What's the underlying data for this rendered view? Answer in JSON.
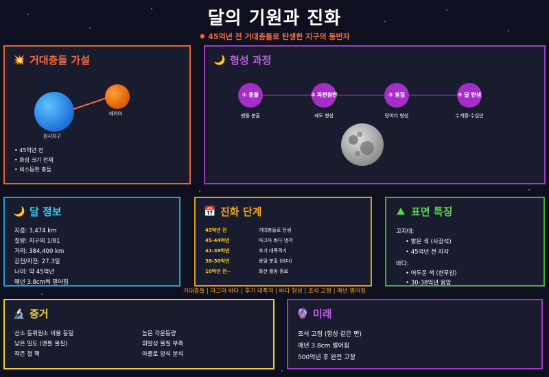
{
  "header": {
    "title": "달의 기원과 진화",
    "subtitle": "✸ 45억년 전 거대충돌로 탄생한 지구의 동반자"
  },
  "impact": {
    "title": "거대충돌 가설",
    "icon": "explosion-icon",
    "earth_label": "원시지구",
    "theia_label": "테이아",
    "bullets": [
      "• 45억년 전",
      "• 화성 크기 천체",
      "• 비스듬한 충돌"
    ]
  },
  "formation": {
    "title": "형성 과정",
    "icon": "crescent-moon-icon",
    "steps": [
      {
        "label": "① 충돌",
        "caption": "맨틀 분출"
      },
      {
        "label": "② 파편원반",
        "caption": "궤도 형성"
      },
      {
        "label": "③ 응집",
        "caption": "덩어리 형성"
      },
      {
        "label": "④ 달 탄생",
        "caption": "수개월-수십년"
      }
    ]
  },
  "info": {
    "title": "달 정보",
    "icon": "crescent-moon-icon",
    "lines": [
      "지름: 3,474 km",
      "질량: 지구의 1/81",
      "거리: 384,400 km",
      "공전/자전: 27.3일",
      "나이: 약 45억년",
      "매년 3.8cm씩 멀어짐"
    ]
  },
  "stages": {
    "title": "진화 단계",
    "icon": "calendar-icon",
    "rows": [
      {
        "date": "45억년 전",
        "desc": "거대충돌로 탄생"
      },
      {
        "date": "45-44억년",
        "desc": "마그마 바다 냉각"
      },
      {
        "date": "41-38억년",
        "desc": "후기 대폭격기"
      },
      {
        "date": "38-30억년",
        "desc": "용암 분출 (바다)"
      },
      {
        "date": "10억년 전~",
        "desc": "화산 활동 종료"
      }
    ]
  },
  "surface": {
    "title": "표면 특징",
    "icon": "mountain-icon",
    "highland_heading": "고지대:",
    "highland_items": [
      "• 밝은 색 (사장석)",
      "• 45억년 전 지각"
    ],
    "maria_heading": "바다:",
    "maria_items": [
      "• 어두운 색 (현무암)",
      "• 30-38억년 용암"
    ]
  },
  "timeline": {
    "text": "거대충돌 | 마그마 바다 | 후기 대폭격 | 바다 형성 | 조석 고정 | 매년 멀어짐"
  },
  "evidence": {
    "title": "증거",
    "icon": "microscope-icon",
    "left": [
      "산소 동위원소 비율 동일",
      "낮은 밀도 (맨틀 물질)",
      "작은 철 핵"
    ],
    "right": [
      "높은 각운동량",
      "휘발성 물질 부족",
      "아폴로 암석 분석"
    ]
  },
  "future": {
    "title": "미래",
    "icon": "crystal-ball-icon",
    "lines": [
      "조석 고정 (항상 같은 면)",
      "매년 3.8cm 멀어짐",
      "500억년 후 완전 고정"
    ]
  },
  "colors": {
    "background": "#0e1020",
    "impact": "#e8662c",
    "formation": "#9d3cc0",
    "info": "#1da2cf",
    "stages": "#e99b1e",
    "surface": "#3fb23c",
    "evidence": "#ead12a",
    "accent_date": "#ffd21a"
  }
}
